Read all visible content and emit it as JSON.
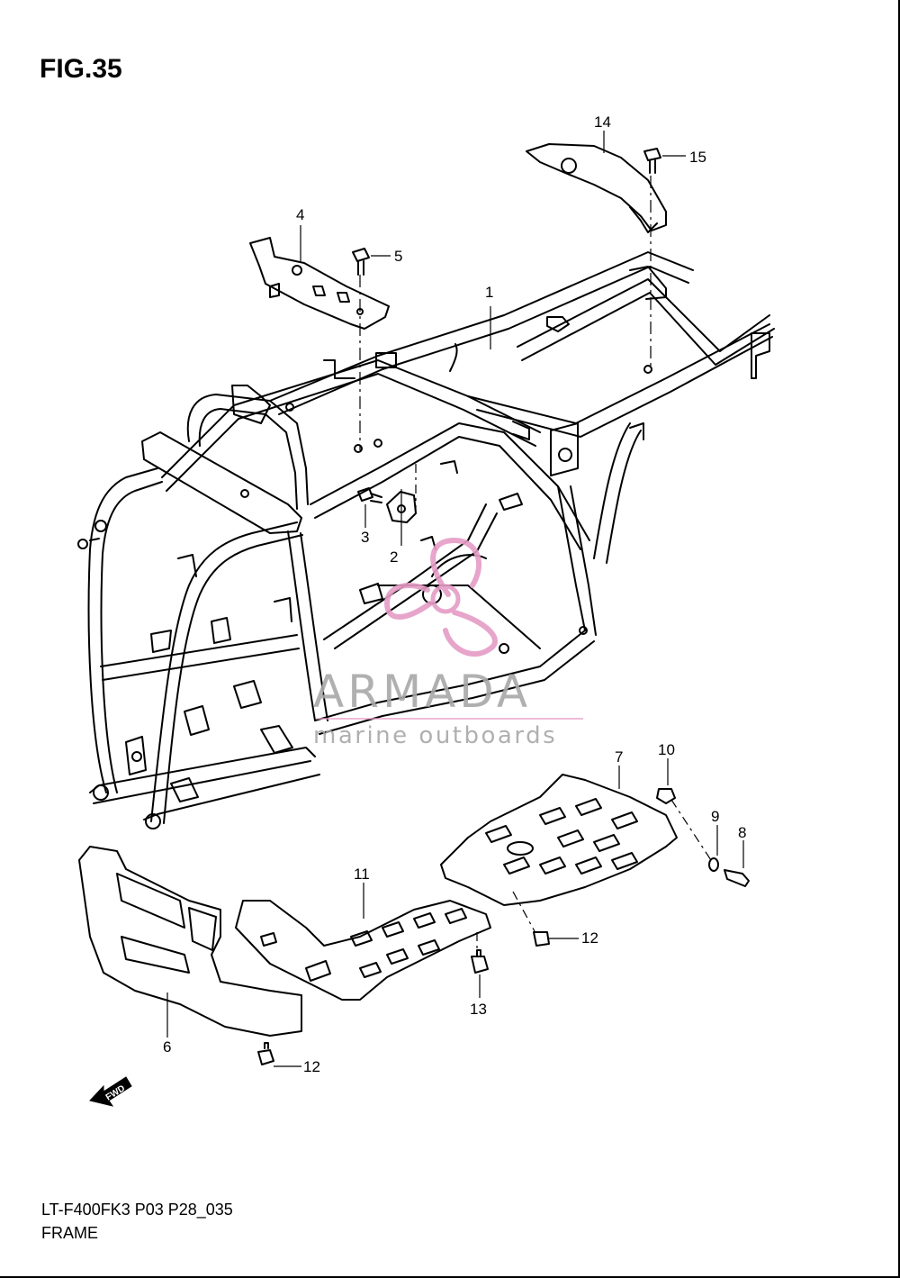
{
  "figure": {
    "title": "FIG.35"
  },
  "footer": {
    "model_code": "LT-F400FK3 P03 P28_035",
    "section_name": "FRAME"
  },
  "watermark": {
    "brand": "ARMADA",
    "tagline": "marine outboards",
    "logo_color": "#e59cc6",
    "text_color": "#a8a8a8"
  },
  "fwd_arrow": {
    "label": "FWD"
  },
  "callouts": [
    {
      "id": "1",
      "label": "1"
    },
    {
      "id": "2",
      "label": "2"
    },
    {
      "id": "3",
      "label": "3"
    },
    {
      "id": "4",
      "label": "4"
    },
    {
      "id": "5",
      "label": "5"
    },
    {
      "id": "6",
      "label": "6"
    },
    {
      "id": "7",
      "label": "7"
    },
    {
      "id": "8",
      "label": "8"
    },
    {
      "id": "9",
      "label": "9"
    },
    {
      "id": "10",
      "label": "10"
    },
    {
      "id": "11",
      "label": "11"
    },
    {
      "id": "12a",
      "label": "12"
    },
    {
      "id": "12b",
      "label": "12"
    },
    {
      "id": "13",
      "label": "13"
    },
    {
      "id": "14",
      "label": "14"
    },
    {
      "id": "15",
      "label": "15"
    }
  ]
}
